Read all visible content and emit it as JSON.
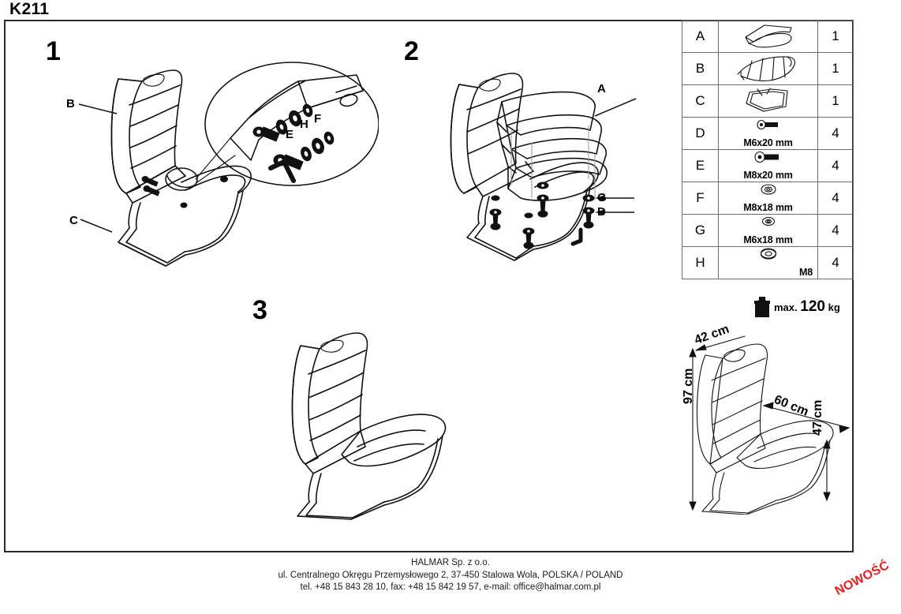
{
  "page": {
    "title": "K211"
  },
  "steps": [
    {
      "number": "1",
      "callouts": [
        {
          "label": "B"
        },
        {
          "label": "C"
        },
        {
          "label": "E"
        },
        {
          "label": "H"
        },
        {
          "label": "F"
        }
      ]
    },
    {
      "number": "2",
      "callouts": [
        {
          "label": "A"
        },
        {
          "label": "G"
        },
        {
          "label": "D"
        }
      ]
    },
    {
      "number": "3",
      "callouts": []
    }
  ],
  "parts_table": {
    "rows": [
      {
        "letter": "A",
        "icon": "seat-cushion-icon",
        "spec": "",
        "qty": "1"
      },
      {
        "letter": "B",
        "icon": "backrest-icon",
        "spec": "",
        "qty": "1"
      },
      {
        "letter": "C",
        "icon": "cantilever-frame-icon",
        "spec": "",
        "qty": "1"
      },
      {
        "letter": "D",
        "icon": "bolt-icon",
        "spec": "M6x20 mm",
        "qty": "4"
      },
      {
        "letter": "E",
        "icon": "bolt-icon",
        "spec": "M8x20 mm",
        "qty": "4"
      },
      {
        "letter": "F",
        "icon": "washer-icon",
        "spec": "M8x18 mm",
        "qty": "4"
      },
      {
        "letter": "G",
        "icon": "washer-icon",
        "spec": "M6x18 mm",
        "qty": "4"
      },
      {
        "letter": "H",
        "icon": "nut-icon",
        "spec": "M8",
        "qty": "4"
      }
    ]
  },
  "max_load": {
    "icon": "weight-icon",
    "prefix": "max.",
    "value": "120",
    "unit": "kg"
  },
  "dimensions": {
    "depth_top": "42 cm",
    "seat_depth": "60 cm",
    "total_height": "97 cm",
    "seat_height": "47 cm"
  },
  "footer": {
    "line1": "HALMAR Sp. z o.o.",
    "line2": "ul. Centralnego Okręgu Przemysłowego 2, 37-450 Stalowa Wola, POLSKA / POLAND",
    "line3": "tel. +48 15 843 28 10, fax: +48 15 842 19 57, e-mail: office@halmar.com.pl"
  },
  "badge": {
    "label": "NOWOŚĆ",
    "color": "#e8201f"
  }
}
